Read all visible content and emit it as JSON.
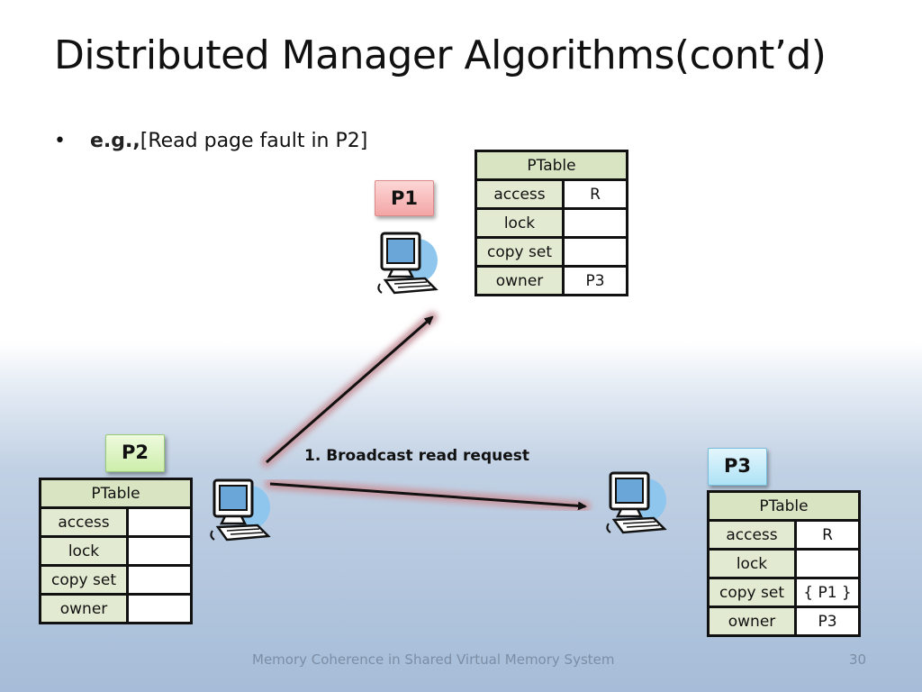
{
  "slide": {
    "title": "Distributed Manager Algorithms(cont’d)",
    "bullet_marker": "•",
    "bullet_prefix": "e.g.,",
    "bullet_text": "[Read page fault in P2]",
    "footer": "Memory Coherence in Shared Virtual Memory System",
    "page_number": "30"
  },
  "nodes": {
    "p1": {
      "label": "P1",
      "table": {
        "header": "PTable",
        "rows": [
          {
            "key": "access",
            "value": "R"
          },
          {
            "key": "lock",
            "value": ""
          },
          {
            "key": "copy set",
            "value": ""
          },
          {
            "key": "owner",
            "value": "P3"
          }
        ]
      }
    },
    "p2": {
      "label": "P2",
      "table": {
        "header": "PTable",
        "rows": [
          {
            "key": "access",
            "value": ""
          },
          {
            "key": "lock",
            "value": ""
          },
          {
            "key": "copy set",
            "value": ""
          },
          {
            "key": "owner",
            "value": ""
          }
        ]
      }
    },
    "p3": {
      "label": "P3",
      "table": {
        "header": "PTable",
        "rows": [
          {
            "key": "access",
            "value": "R"
          },
          {
            "key": "lock",
            "value": ""
          },
          {
            "key": "copy set",
            "value": "{ P1 }"
          },
          {
            "key": "owner",
            "value": "P3"
          }
        ]
      }
    }
  },
  "message": {
    "label": "1. Broadcast read request"
  },
  "icons": {
    "computer": "desktop-computer-icon"
  },
  "colors": {
    "p1_tag": "#f3a5a5",
    "p2_tag": "#cdeeab",
    "p3_tag": "#aee2f5",
    "table_header": "#d9e4c3",
    "arrow_glow": "#c9a0a8"
  }
}
